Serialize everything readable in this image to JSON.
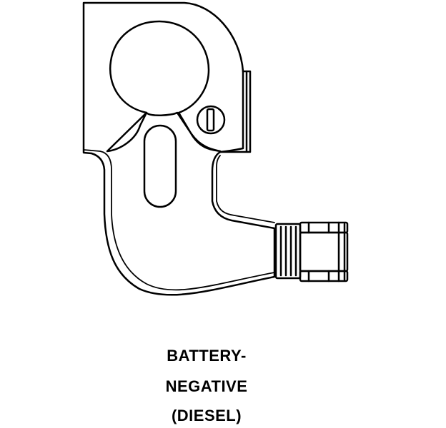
{
  "caption": {
    "line1": "BATTERY-",
    "line2": "NEGATIVE",
    "line3": "(DIESEL)"
  },
  "colors": {
    "stroke": "#000000",
    "fill": "#ffffff"
  }
}
